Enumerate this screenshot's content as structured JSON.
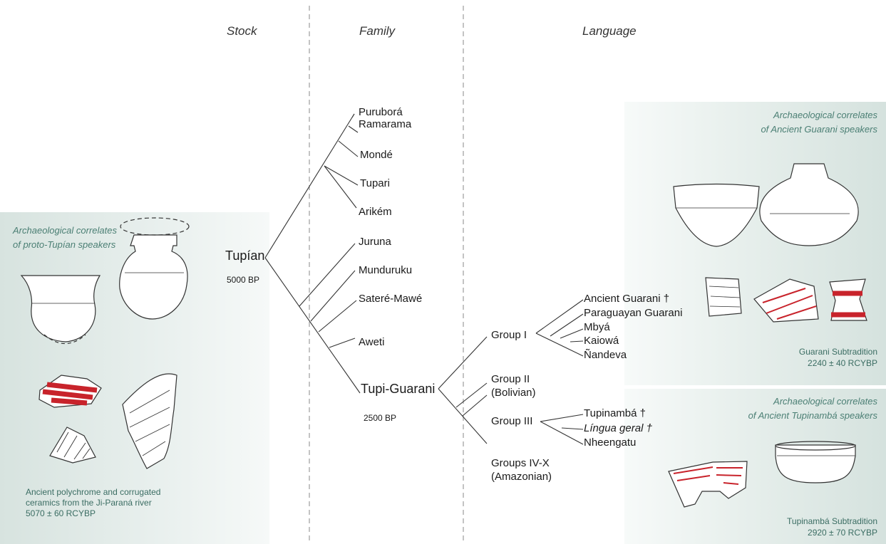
{
  "headers": {
    "stock": "Stock",
    "family": "Family",
    "language": "Language"
  },
  "stock": {
    "name": "Tupían",
    "date": "5000 BP"
  },
  "families": [
    "Puruborá",
    "Ramarama",
    "Mondé",
    "Tupari",
    "Arikém",
    "Juruna",
    "Munduruku",
    "Sateré-Mawé",
    "Aweti"
  ],
  "tupi_guarani": {
    "name": "Tupi-Guarani",
    "date": "2500 BP"
  },
  "groups": {
    "g1": "Group I",
    "g2_line1": "Group II",
    "g2_line2": "(Bolivian)",
    "g3": "Group III",
    "g4_line1": "Groups IV-X",
    "g4_line2": "(Amazonian)"
  },
  "group1_languages": [
    "Ancient Guarani †",
    "Paraguayan Guarani",
    "Mbyá",
    "Kaiowá",
    "Ñandeva"
  ],
  "group3_languages": [
    "Tupinambá †",
    "Língua geral †",
    "Nheengatu"
  ],
  "left_panel": {
    "title_line1": "Archaeological correlates",
    "title_line2": "of proto-Tupían speakers",
    "caption_line1": "Ancient polychrome and corrugated",
    "caption_line2": "ceramics from the Ji-Paraná river",
    "caption_line3": "5070 ± 60 RCYBP"
  },
  "guarani_panel": {
    "title_line1": "Archaeological correlates",
    "title_line2": "of Ancient Guarani speakers",
    "caption_line1": "Guarani Subtradition",
    "caption_line2": "2240 ± 40 RCYBP"
  },
  "tupinamba_panel": {
    "title_line1": "Archaeological correlates",
    "title_line2": "of Ancient Tupinambá speakers",
    "caption_line1": "Tupinambá Subtradition",
    "caption_line2": "2920 ± 70 RCYBP"
  },
  "colors": {
    "panel": "#e2ebe8",
    "accent_text": "#4b7f74",
    "ceramic_red": "#c8232b"
  }
}
